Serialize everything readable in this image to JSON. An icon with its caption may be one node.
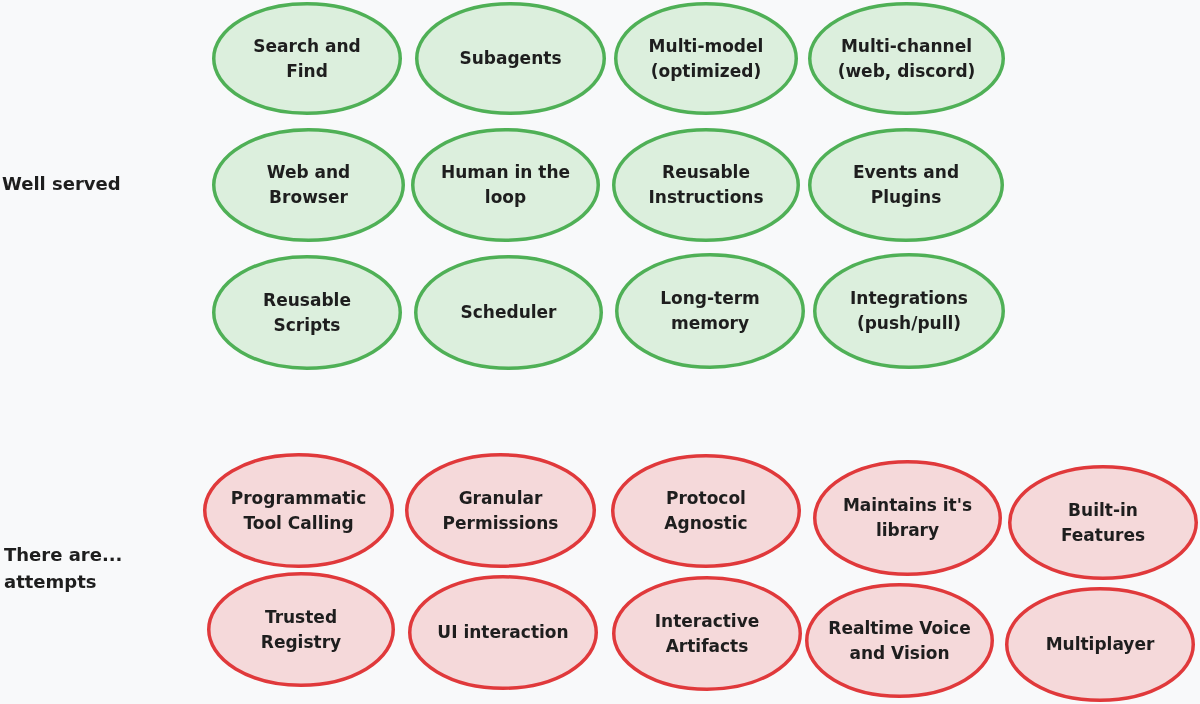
{
  "diagram": {
    "nodes": [
      {
        "text": [
          "Search and Find"
        ]
      },
      {
        "text": [
          "Subagents"
        ]
      },
      {
        "text": [
          "Multi-model (optimized)"
        ]
      },
      {
        "text": [
          "Multi-channel (web, discord)"
        ]
      },
      {
        "text": [
          "Web and Browser"
        ]
      },
      {
        "text": [
          "Human in the loop"
        ]
      },
      {
        "text": [
          "Reusable Instructions"
        ]
      },
      {
        "text": [
          "Events and Plugins"
        ]
      },
      {
        "text": [
          "Reusable Scripts"
        ]
      },
      {
        "text": [
          "Scheduler"
        ]
      },
      {
        "text": [
          "Long-term memory"
        ]
      },
      {
        "text": [
          "Integrations (push/pull)"
        ]
      },
      {
        "text": [
          "Programmatic Tool Calling"
        ]
      },
      {
        "text": [
          "Granular Permissions"
        ]
      },
      {
        "text": [
          "Protocol Agnostic"
        ]
      },
      {
        "text": [
          "Maintains it's library"
        ]
      },
      {
        "text": [
          "Built-in Features"
        ]
      },
      {
        "text": [
          "Trusted Registry"
        ]
      },
      {
        "text": [
          "UI interaction"
        ]
      },
      {
        "text": [
          "Interactive Artifacts"
        ]
      },
      {
        "text": [
          "Realtime Voice and Vision"
        ]
      },
      {
        "text": [
          "Multiplayer"
        ]
      }
    ],
    "labels": [
      "Well served",
      "There are... attempts"
    ]
  }
}
